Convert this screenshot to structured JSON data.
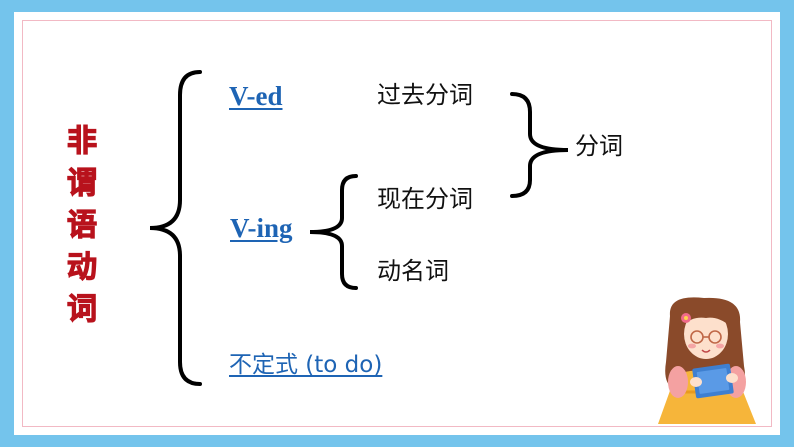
{
  "title_chars": [
    "非",
    "谓",
    "语",
    "动",
    "词"
  ],
  "branches": {
    "ved": "V-ed",
    "ving": "V-ing",
    "infinitive": "不定式 (to do)"
  },
  "terms": {
    "past_participle": "过去分词",
    "present_participle": "现在分词",
    "gerund": "动名词",
    "participle": "分词"
  },
  "colors": {
    "background": "#74c4ec",
    "title": "#e8323b",
    "branch_label": "#1e64b4",
    "brace": "#000000"
  },
  "illustration": "girl-holding-english-book"
}
